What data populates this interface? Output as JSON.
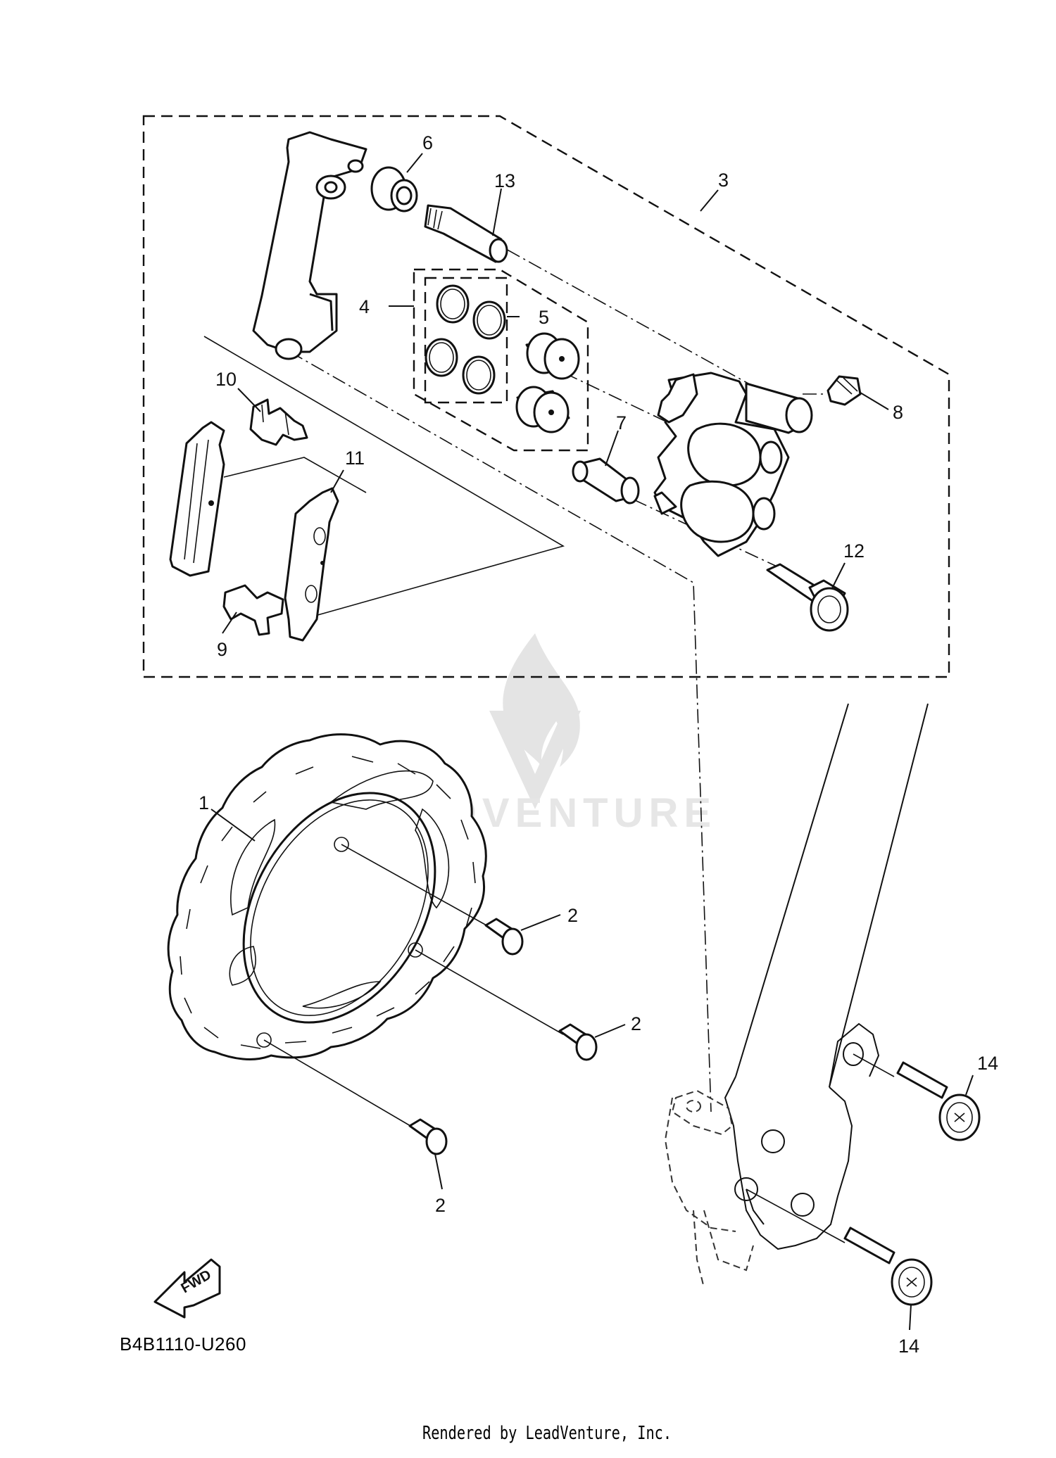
{
  "diagram": {
    "part_labels": [
      {
        "id": "1",
        "text": "1"
      },
      {
        "id": "2a",
        "text": "2"
      },
      {
        "id": "2b",
        "text": "2"
      },
      {
        "id": "2c",
        "text": "2"
      },
      {
        "id": "3",
        "text": "3"
      },
      {
        "id": "4",
        "text": "4"
      },
      {
        "id": "5",
        "text": "5"
      },
      {
        "id": "6",
        "text": "6"
      },
      {
        "id": "7",
        "text": "7"
      },
      {
        "id": "8",
        "text": "8"
      },
      {
        "id": "9",
        "text": "9"
      },
      {
        "id": "10",
        "text": "10"
      },
      {
        "id": "11",
        "text": "11"
      },
      {
        "id": "12",
        "text": "12"
      },
      {
        "id": "13",
        "text": "13"
      },
      {
        "id": "14a",
        "text": "14"
      },
      {
        "id": "14b",
        "text": "14"
      }
    ],
    "fwd_arrow_text": "FWD",
    "diagram_code": "B4B1110-U260",
    "watermark_text": "LEADVENTURE",
    "footer_text": "Rendered by LeadVenture, Inc."
  }
}
